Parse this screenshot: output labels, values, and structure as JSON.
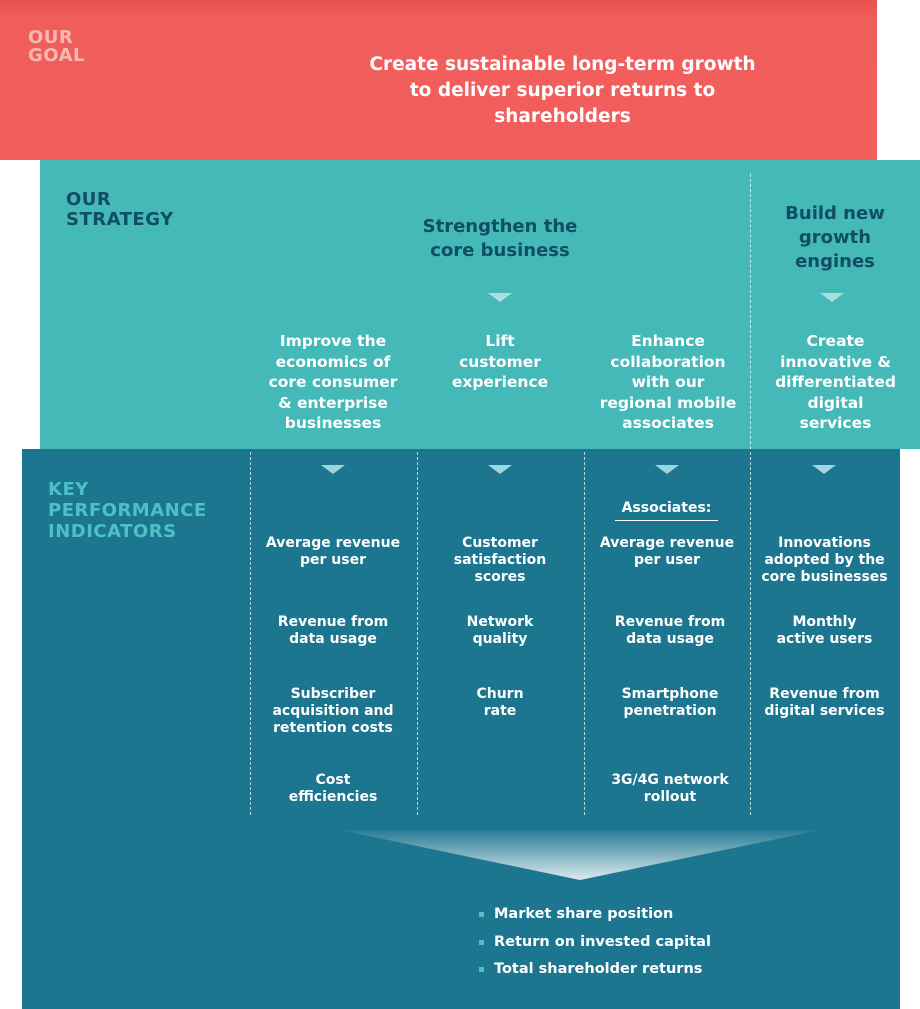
{
  "goal": {
    "label_line1": "OUR",
    "label_line2": "GOAL",
    "text_line1": "Create sustainable long-term growth",
    "text_line2": "to deliver superior returns to shareholders"
  },
  "strategy": {
    "label_line1": "OUR",
    "label_line2": "STRATEGY",
    "core_heading": [
      "Strengthen the",
      "core business"
    ],
    "growth_heading": [
      "Build new",
      "growth",
      "engines"
    ],
    "pillars": [
      [
        "Improve the",
        "economics of",
        "core consumer",
        "& enterprise",
        "businesses"
      ],
      [
        "Lift",
        "customer",
        "experience"
      ],
      [
        "Enhance",
        "collaboration",
        "with our",
        "regional mobile",
        "associates"
      ],
      [
        "Create",
        "innovative &",
        "differentiated",
        "digital",
        "services"
      ]
    ]
  },
  "kpi": {
    "label_line1": "KEY",
    "label_line2": "PERFORMANCE",
    "label_line3": "INDICATORS",
    "associates_label": "Associates:",
    "columns": [
      [
        [
          "Average revenue",
          "per user"
        ],
        [
          "Revenue from",
          "data usage"
        ],
        [
          "Subscriber",
          "acquisition and",
          "retention costs"
        ],
        [
          "Cost",
          "efficiencies"
        ]
      ],
      [
        [
          "Customer",
          "satisfaction",
          "scores"
        ],
        [
          "Network",
          "quality"
        ],
        [
          "Churn",
          "rate"
        ]
      ],
      [
        [
          "Average revenue",
          "per user"
        ],
        [
          "Revenue from",
          "data usage"
        ],
        [
          "Smartphone",
          "penetration"
        ],
        [
          "3G/4G network",
          "rollout"
        ]
      ],
      [
        [
          "Innovations",
          "adopted by the",
          "core businesses"
        ],
        [
          "Monthly",
          "active users"
        ],
        [
          "Revenue from",
          "digital services"
        ]
      ]
    ]
  },
  "outcomes": [
    "Market share position",
    "Return on invested capital",
    "Total shareholder returns"
  ],
  "colors": {
    "goal_red": "#f25e5b",
    "strategy_teal": "#45b8b8",
    "kpi_blue": "#1d7690",
    "dark_navy": "#0f4e63",
    "accent_cyan": "#4ec0c7"
  }
}
